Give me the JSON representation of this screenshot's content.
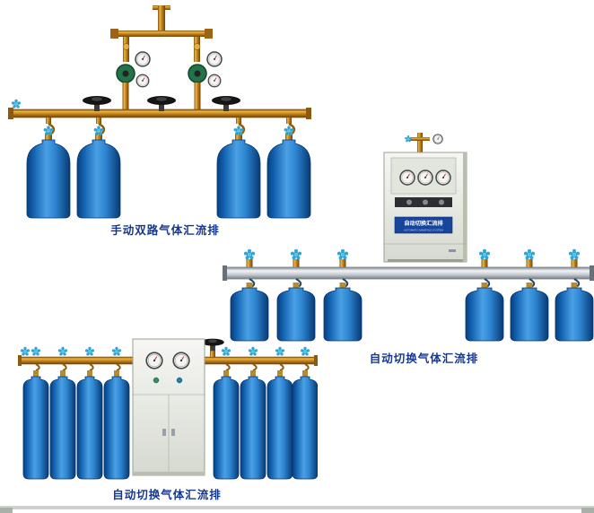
{
  "page": {
    "background": "#ffffff"
  },
  "colors": {
    "caption_text": "#16388e",
    "cylinder_blue": "#1260ae",
    "brass_pipe": "#c4811c",
    "aluminum_pipe": "#c3c9d0",
    "cabinet_body": "#e9ebe4",
    "cabinet_plate_blue": "#17459c",
    "valve_handle_cyan": "#2fa8d8"
  },
  "products": [
    {
      "name": "manual-dual-gas-manifold",
      "caption": "手动双路气体汇流排",
      "cylinder_count": 4,
      "gauge_count": 4,
      "handwheel_count": 3
    },
    {
      "name": "auto-switch-gas-manifold-with-cabinet",
      "caption": "自动切换气体汇流排",
      "cylinder_count": 6,
      "cabinet": {
        "plate_label": "自动切换汇流排",
        "plate_sublabel": "AUTOMATIC MANIFOLD SYSTEM",
        "gauge_count": 3
      }
    },
    {
      "name": "auto-switch-gas-manifold-eight-cylinder",
      "caption": "自动切换气体汇流排",
      "cylinder_count": 8,
      "cabinet": {
        "gauge_count": 2
      }
    }
  ]
}
